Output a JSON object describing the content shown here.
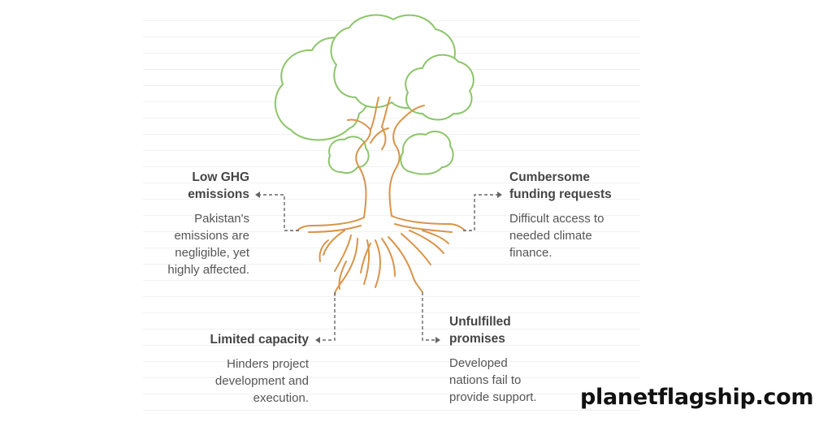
{
  "diagram": {
    "nodes": [
      {
        "title": "Low GHG\nemissions",
        "description": "Pakistan's\nemissions are\nnegligible, yet\nhighly affected."
      },
      {
        "title": "Cumbersome\nfunding requests",
        "description": "Difficult access to\nneeded climate\nfinance."
      },
      {
        "title": "Limited capacity",
        "description": "Hinders project\ndevelopment and\nexecution."
      },
      {
        "title": "Unfulfilled\npromises",
        "description": "Developed\nnations fail to\nprovide support."
      }
    ],
    "colors": {
      "foliage": "#8cc56a",
      "trunk": "#d9944a",
      "text": "#454545",
      "connector": "#666666"
    }
  },
  "watermark": "planetflagship.com"
}
